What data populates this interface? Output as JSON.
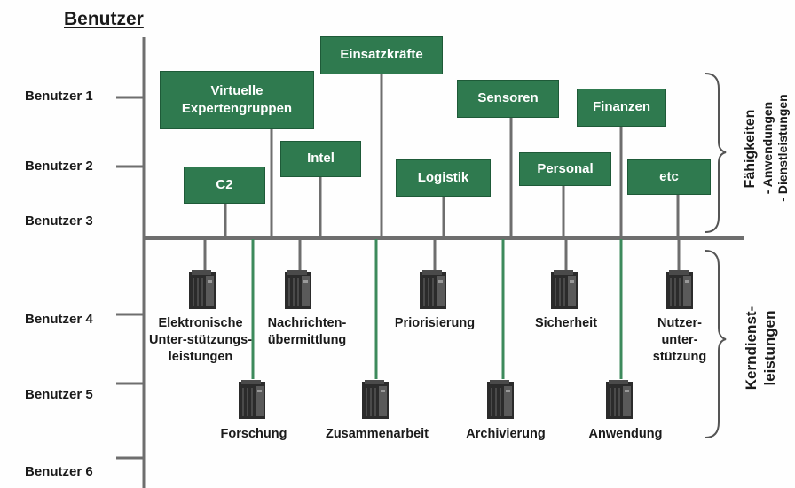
{
  "title": "Benutzer",
  "users": [
    "Benutzer 1",
    "Benutzer 2",
    "Benutzer 3",
    "Benutzer 4",
    "Benutzer 5",
    "Benutzer 6"
  ],
  "capabilities": {
    "virtuelle": "Virtuelle Expertengruppen",
    "c2": "C2",
    "einsatz": "Einsatzkräfte",
    "intel": "Intel",
    "logistik": "Logistik",
    "sensoren": "Sensoren",
    "personal": "Personal",
    "finanzen": "Finanzen",
    "etc": "etc"
  },
  "services": {
    "elektronische": "Elektronische Unter-stützungs-leistungen",
    "nachrichten": "Nachrichten-übermittlung",
    "priorisierung": "Priorisierung",
    "sicherheit": "Sicherheit",
    "nutzer": "Nutzer-unter-stützung",
    "forschung": "Forschung",
    "zusammenarbeit": "Zusammenarbeit",
    "archivierung": "Archivierung",
    "anwendung": "Anwendung"
  },
  "side_labels": {
    "faehigkeiten_title": "Fähigkeiten",
    "faehigkeiten_line1": "- Anwendungen",
    "faehigkeiten_line2": "- Dienstleistungen",
    "kern_line1": "Kerndienst-",
    "kern_line2": "leistungen"
  },
  "colors": {
    "box": "#2f7a4f",
    "line": "#6e6e6e",
    "green_line": "#3d8a5c"
  }
}
